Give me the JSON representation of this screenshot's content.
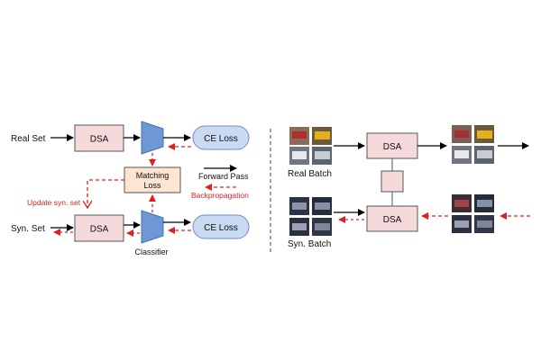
{
  "left": {
    "real_set": "Real Set",
    "syn_set": "Syn. Set",
    "dsa_top": "DSA",
    "dsa_bottom": "DSA",
    "ce_loss_top": "CE Loss",
    "ce_loss_bottom": "CE Loss",
    "matching_loss_line1": "Matching",
    "matching_loss_line2": "Loss",
    "classifier": "Classifier",
    "update_syn_set": "Update syn. set",
    "legend_forward": "Forward Pass",
    "legend_backprop": "Backpropagation"
  },
  "right": {
    "real_batch": "Real Batch",
    "syn_batch": "Syn. Batch",
    "dsa_top": "DSA",
    "dsa_bottom": "DSA"
  },
  "colors": {
    "dsa_fill": "#f4dada",
    "matching_fill": "#fce5d3",
    "ce_fill": "#c9daf2",
    "classifier_fill": "#6e98d4",
    "forward_arrow": "#000000",
    "backprop_arrow": "#e02020"
  }
}
